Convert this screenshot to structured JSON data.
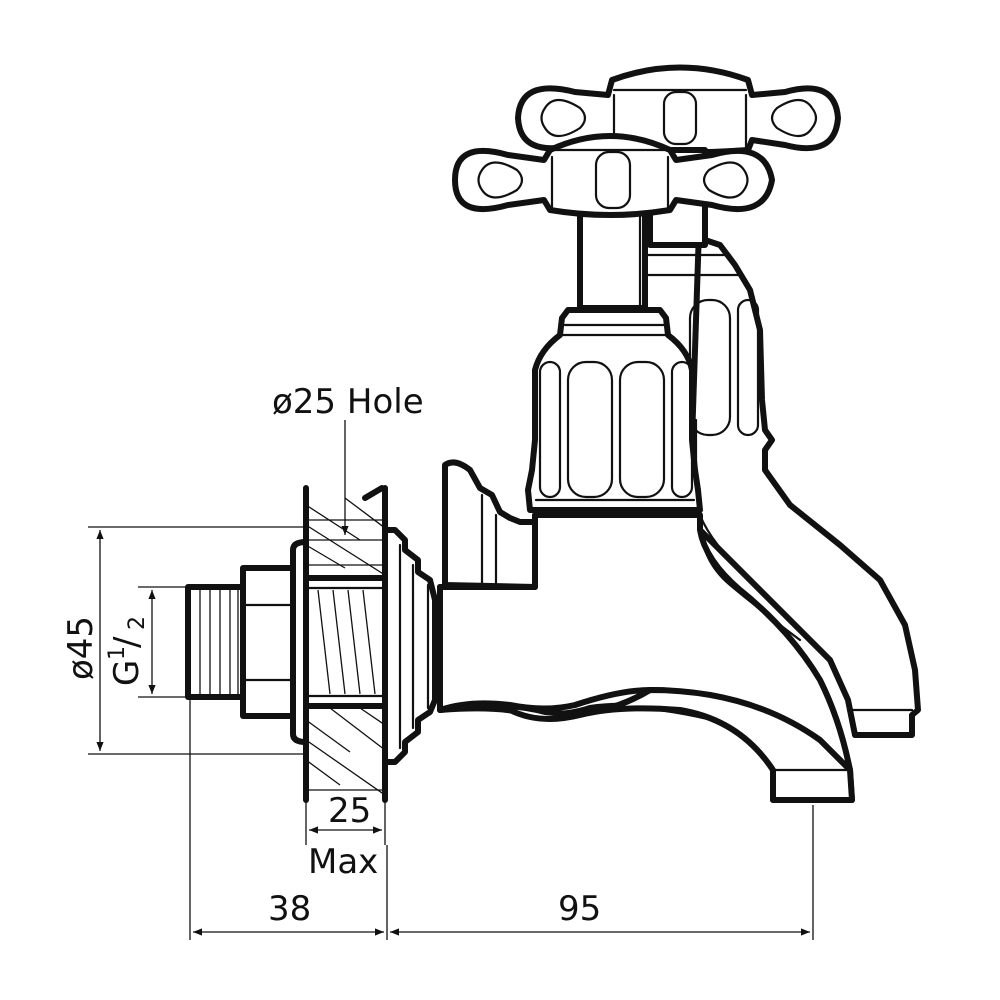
{
  "labels": {
    "hole_label": "ø25  Hole",
    "dia45_label": "ø45",
    "thread_G": "G",
    "thread_sup": "1",
    "thread_slash": "/",
    "thread_sub": "2",
    "dim_25": "25",
    "dim_max": "Max",
    "dim_38": "38",
    "dim_95": "95"
  },
  "colors": {
    "line": "#111111",
    "background": "#ffffff"
  }
}
